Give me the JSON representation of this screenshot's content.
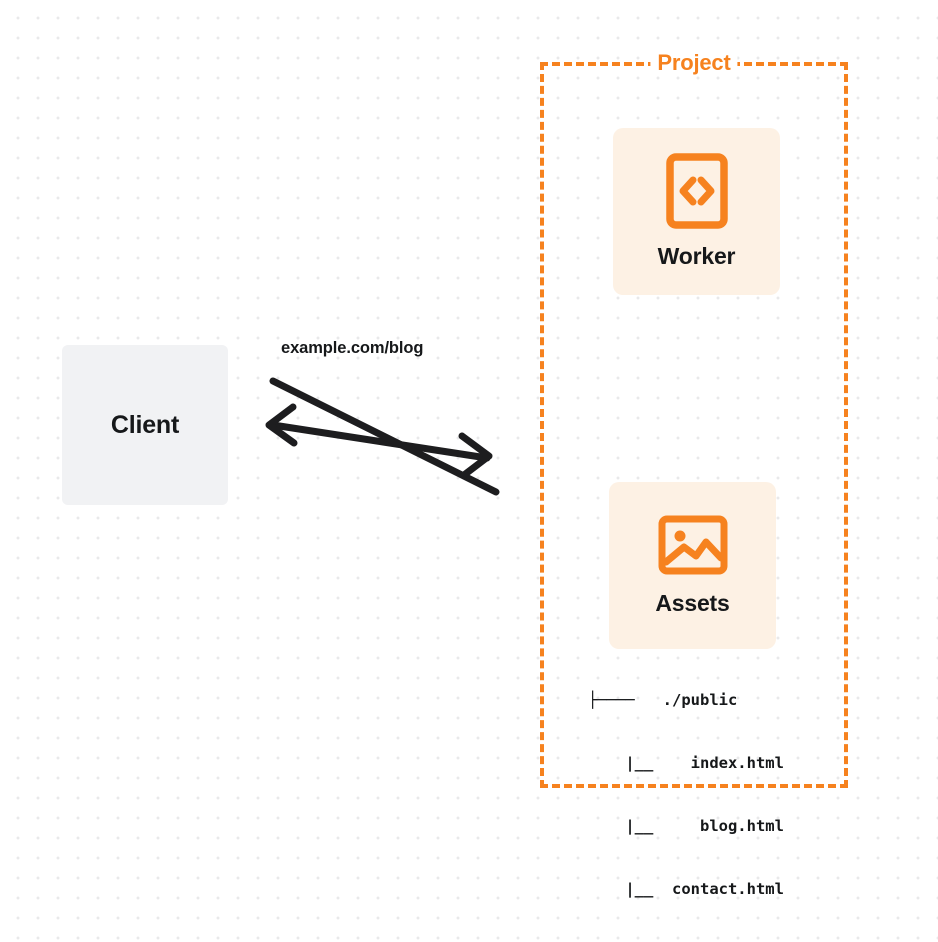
{
  "diagram": {
    "title": "Client to Worker and Assets request flow",
    "colors": {
      "accent_orange": "#f6821f",
      "card_bg": "#fdf1e4",
      "client_bg": "#f1f2f4",
      "text_dark": "#16181a",
      "stroke_dark": "#1d1d1f",
      "canvas_bg": "#ffffff",
      "dot_grid": "#e9e9ea"
    },
    "client": {
      "label": "Client"
    },
    "connector": {
      "label": "example.com/blog",
      "direction": "bidirectional",
      "arrow_left_name": "response-arrow",
      "arrow_right_name": "request-arrow"
    },
    "project": {
      "title": "Project",
      "border_style": "dashed",
      "nodes": [
        {
          "id": "worker",
          "label": "Worker",
          "icon": "code-brackets-icon"
        },
        {
          "id": "assets",
          "label": "Assets",
          "icon": "image-picture-icon"
        }
      ],
      "file_tree": {
        "lines": [
          "├────   ./public",
          "    |__    index.html",
          "    |__     blog.html",
          "    |__  contact.html"
        ],
        "root": "./public",
        "files": [
          "index.html",
          "blog.html",
          "contact.html"
        ]
      }
    }
  }
}
